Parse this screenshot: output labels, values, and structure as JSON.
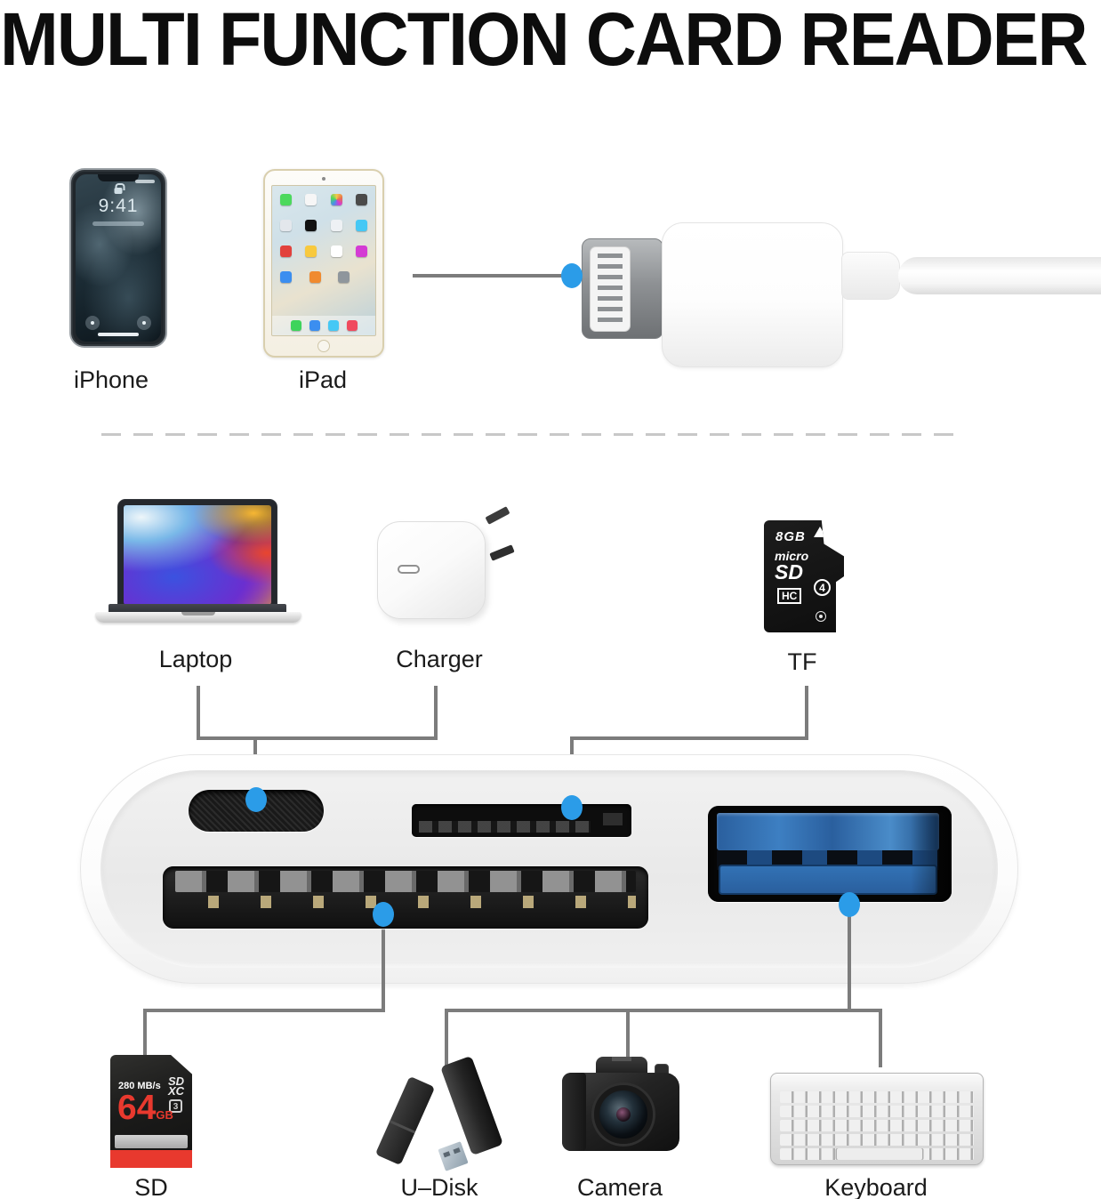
{
  "title": "MULTI FUNCTION CARD READER",
  "labels": {
    "iphone": "iPhone",
    "ipad": "iPad",
    "laptop": "Laptop",
    "charger": "Charger",
    "tf": "TF",
    "sd": "SD",
    "udisk": "U–Disk",
    "camera": "Camera",
    "keyboard": "Keyboard"
  },
  "iphone": {
    "time": "9:41"
  },
  "tf_card": {
    "capacity": "8GB",
    "brand_top": "micro",
    "brand_main": "SD",
    "brand_sub": "HC",
    "speed_class": "4"
  },
  "sd_card": {
    "speed": "280 MB/s",
    "type_top": "SD",
    "type_bottom": "XC",
    "u_class": "3",
    "capacity": "64",
    "unit": "GB"
  },
  "colors": {
    "accent_blue": "#2b9ce8",
    "line_gray": "#7c7c7c"
  }
}
